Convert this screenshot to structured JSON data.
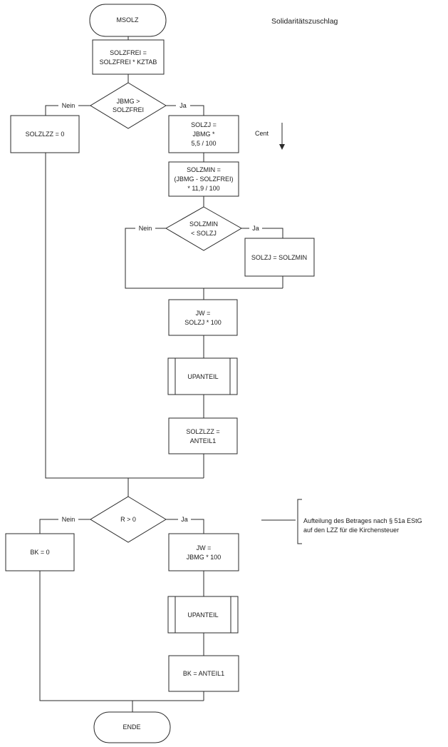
{
  "title": "Solidaritätszuschlag",
  "nodes": {
    "start": "MSOLZ",
    "solzfrei_calc": [
      "SOLZFREI =",
      "SOLZFREI * KZTAB"
    ],
    "decision1": [
      "JBMG >",
      "SOLZFREI"
    ],
    "solzlzz_zero": "SOLZLZZ = 0",
    "solzj_calc": [
      "SOLZJ =",
      "JBMG *",
      "5,5 / 100"
    ],
    "solzmin_calc": [
      "SOLZMIN =",
      "(JBMG - SOLZFREI)",
      "* 11,9 / 100"
    ],
    "decision2": [
      "SOLZMIN",
      "< SOLZJ"
    ],
    "solzj_assign": "SOLZJ = SOLZMIN",
    "jw_calc1": [
      "JW =",
      "SOLZJ * 100"
    ],
    "upanteil1": "UPANTEIL",
    "solzlzz_assign": [
      "SOLZLZZ =",
      "ANTEIL1"
    ],
    "decision3": "R > 0",
    "bk_zero": "BK = 0",
    "jw_calc2": [
      "JW =",
      "JBMG * 100"
    ],
    "upanteil2": "UPANTEIL",
    "bk_assign": "BK = ANTEIL1",
    "end": "ENDE"
  },
  "labels": {
    "nein": "Nein",
    "ja": "Ja"
  },
  "cent_note": "Cent",
  "annotation": [
    "Aufteilung des Betrages nach § 51a EStG",
    "auf den LZZ für die Kirchensteuer"
  ]
}
